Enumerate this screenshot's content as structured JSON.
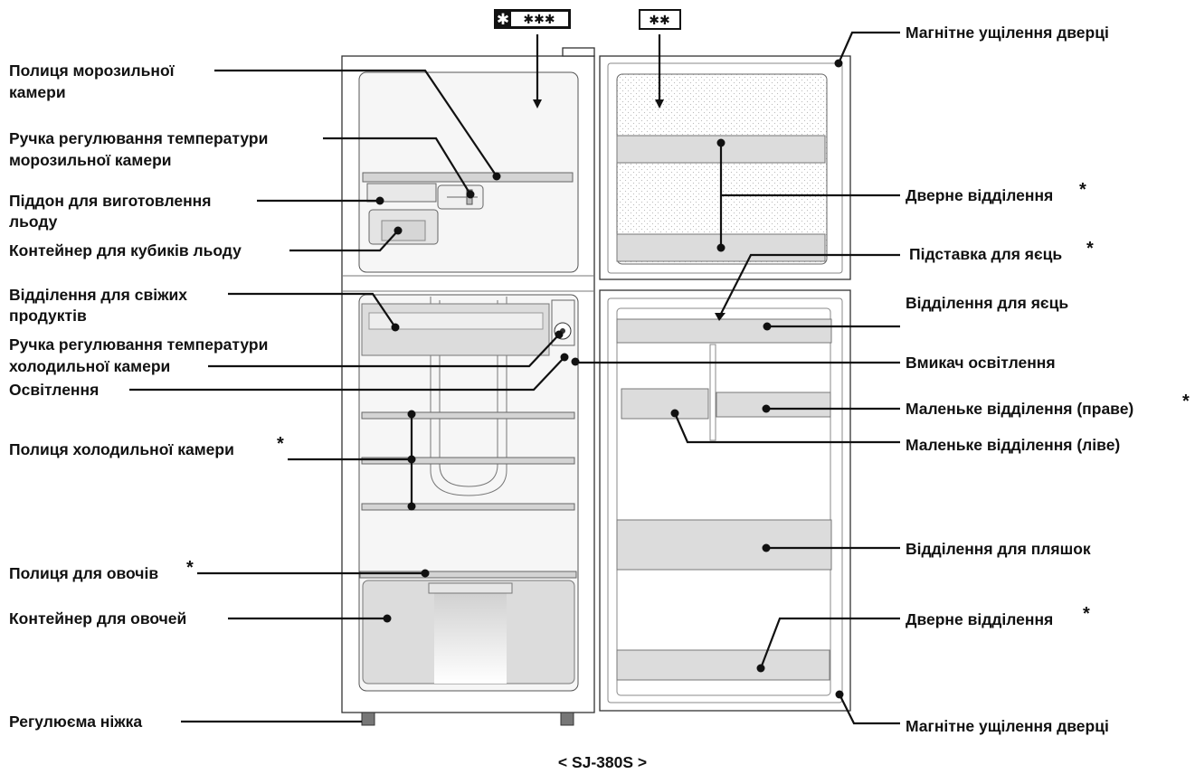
{
  "labels": {
    "freezer_shelf_1": "Полиця морозильної",
    "freezer_shelf_2": "камери",
    "freezer_knob_1": "Ручка регулювання температури",
    "freezer_knob_2": "морозильної камери",
    "ice_tray_1": "Піддон для виготовлення",
    "ice_tray_2": "льоду",
    "ice_box": "Контейнер для кубиків льоду",
    "fresh_1": "Відділення для свіжих",
    "fresh_2": "продуктів",
    "fridge_knob_1": "Ручка регулювання температури",
    "fridge_knob_2": "холодильної камери",
    "light": "Освітлення",
    "fridge_shelf": "Полиця холодильної камери",
    "veg_shelf": "Полиця для овочів",
    "veg_box": "Контейнер для овочей",
    "foot": "Регулюєма ніжка",
    "door_seal_top": "Магнітне ущілення дверці",
    "door_pocket_top": "Дверне відділення",
    "egg_stand": "Підставка для яєць",
    "egg_pocket": "Відділення для яєць",
    "light_switch": "Вмикач освітлення",
    "small_right": "Маленьке відділення (праве)",
    "small_left": "Маленьке відділення (ліве)",
    "bottle_pocket": "Відділення для пляшок",
    "door_pocket_bottom": "Дверне відділення",
    "door_seal_bottom": "Магнітне ущілення дверці"
  },
  "asterisk": "*",
  "freezer_rating_main": "✱ ✱✱✱",
  "freezer_rating_door": "✱✱",
  "model_caption": "< SJ-380S >",
  "icons": [
    "four-star-freezer-icon",
    "two-star-freezer-icon"
  ]
}
